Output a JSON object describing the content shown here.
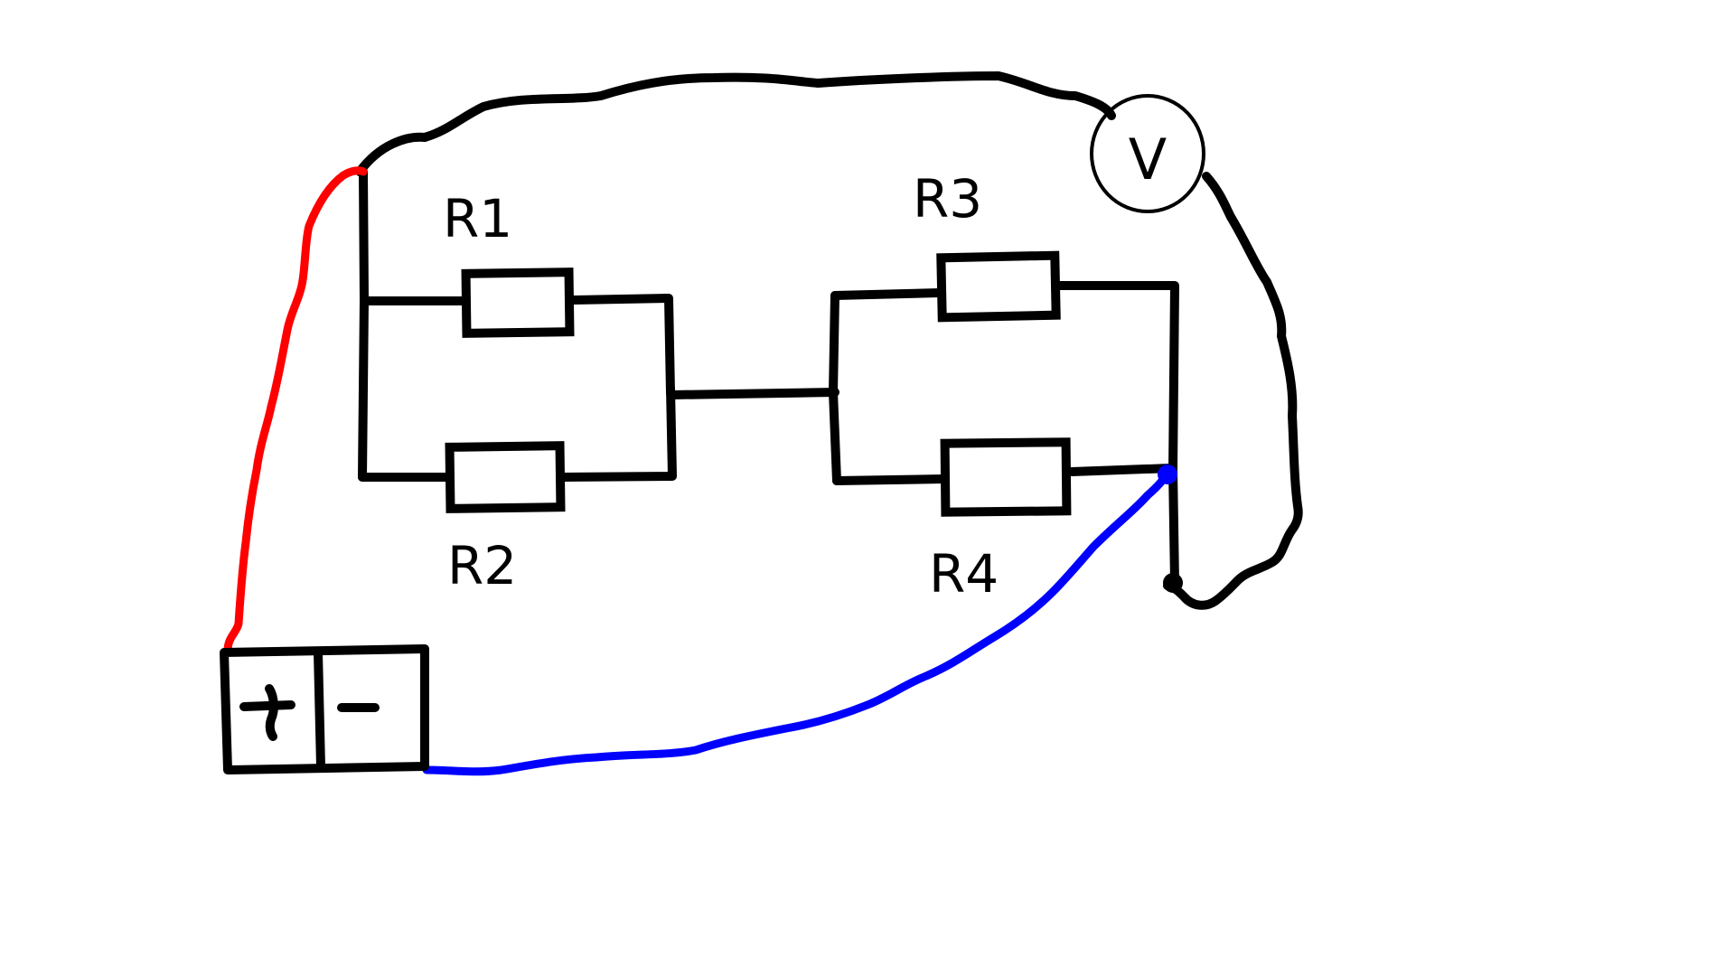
{
  "labels": {
    "r1": "R1",
    "r2": "R2",
    "r3": "R3",
    "r4": "R4",
    "voltmeter": "V",
    "battery_plus": "+",
    "battery_minus": "−"
  },
  "colors": {
    "ink": "#000000",
    "positive_wire": "#ff0000",
    "negative_wire": "#0000ff",
    "background": "#ffffff"
  }
}
